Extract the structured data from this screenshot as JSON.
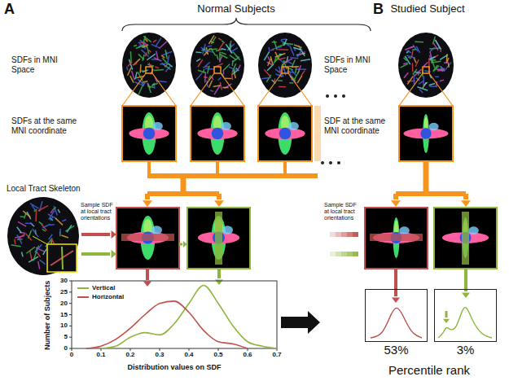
{
  "diagram": {
    "nodes": [
      {
        "text": [
          "53%"
        ]
      },
      {
        "text": [
          "3%"
        ]
      }
    ],
    "labels": [
      "A",
      "Normal Subjects",
      "B",
      "Studied Subject",
      "SDFs in MNI Space",
      "SDFs at the same MNI coordinate",
      "Local Tract Skeleton",
      "Sample SDF at local tract orientations",
      "SDFs in MNI Space",
      "SDF at the same MNI coordinate",
      "Sample SDF at local tract orientations",
      "Percentile rank",
      "0",
      "5",
      "10",
      "15",
      "20",
      "25",
      "30",
      "0",
      "0.1",
      "0.2",
      "0.3",
      "0.4",
      "0.5",
      "0.6",
      "0.7",
      "Number of Subjects",
      "Distribution values on SDF"
    ],
    "legend": [
      {
        "text": "Vertical",
        "color": "#8db63c"
      },
      {
        "text": "Horizontal",
        "color": "#c0504d"
      }
    ]
  }
}
